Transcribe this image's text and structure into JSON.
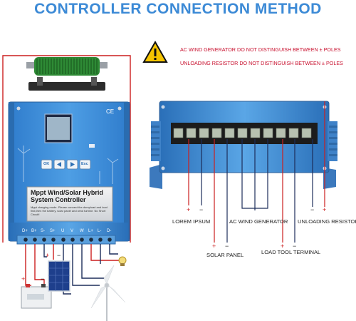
{
  "title": "CONTROLLER CONNECTION METHOD",
  "warnings": [
    "AC WIND GENERATOR DO NOT DISTINGUISH BETWEEN ± POLES",
    "UNLOADING RESISTOR DO NOT DISTINGUISH BETWEEN ± POLES"
  ],
  "controller": {
    "ce_mark": "CE",
    "panel_title": "Mppt Wind/Solar Hybrid System Controller",
    "panel_note": "Mppt charging mode. Please connect the dumpload and load first,then the battery, solar panel and wind turbine. No Short Circuit!",
    "buttons": [
      "OK",
      "Esc"
    ],
    "terminals": [
      "D+",
      "B+",
      "S-",
      "S+",
      "U",
      "V",
      "W",
      "L+",
      "L-",
      "D-"
    ]
  },
  "diagram_labels": {
    "lorem_ipsum": "LOREM IPSUM",
    "ac_wind_generator": "AC WIND GENERATOR",
    "unloading_resistor": "UNLOADING RESISTOR",
    "solar_panel": "SOLAR PANEL",
    "load_tool_terminal": "LOAD TOOL TERMINAL"
  },
  "polarity_marks": {
    "plus": "+",
    "minus": "−"
  },
  "colors": {
    "title": "#3c8ad6",
    "warning_text": "#c8102e",
    "controller_blue": "#3f8ed8",
    "wire_red": "#cc1f1f",
    "wire_dark": "#1d2d5a"
  }
}
